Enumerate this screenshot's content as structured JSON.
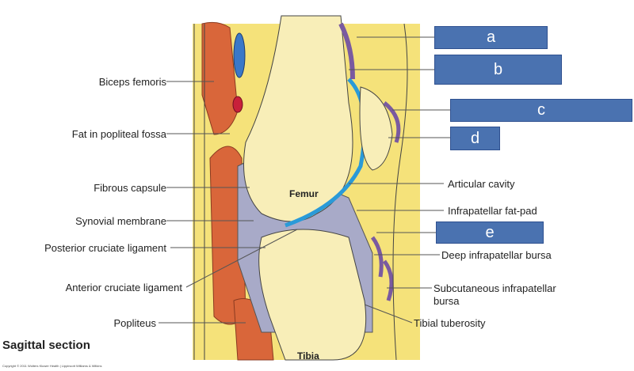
{
  "left_labels": [
    "Biceps femoris",
    "Fat in popliteal fossa",
    "Fibrous capsule",
    "Synovial membrane",
    "Posterior cruciate ligament",
    "Anterior cruciate ligament",
    "Popliteus"
  ],
  "right_labels": [
    "Articular cavity",
    "Infrapatellar fat-pad",
    "Deep infrapatellar bursa",
    "Subcutaneous infrapatellar",
    "bursa",
    "Tibial tuberosity"
  ],
  "bone_labels": {
    "femur": "Femur",
    "tibia": "Tibia"
  },
  "boxes": [
    "a",
    "b",
    "c",
    "d",
    "e"
  ],
  "title": "Sagittal section",
  "copyright": "Copyright © 2011 Wolters Kluwer Health | Lippincott Williams & Wilkins"
}
